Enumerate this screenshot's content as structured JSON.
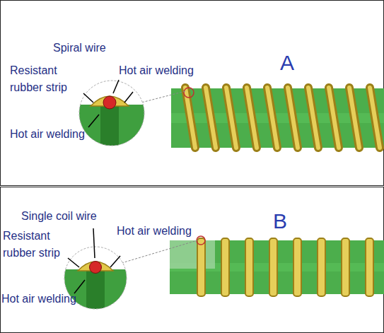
{
  "diagram": {
    "labels": [
      "Spiral wire",
      "Resistant rubber strip",
      "Hot air welding",
      "A",
      "Hot air welding",
      "Single coil wire",
      "Resistant rubber strip",
      "Hot air welding",
      "B",
      "Hot air welding"
    ]
  }
}
